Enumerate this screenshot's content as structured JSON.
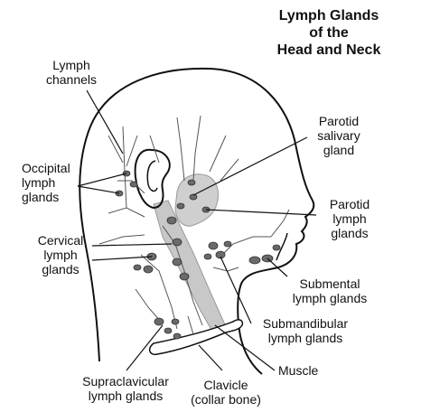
{
  "title": [
    "Lymph Glands",
    "of the",
    "Head and Neck"
  ],
  "labels": {
    "lymph_channels": [
      "Lymph",
      "channels"
    ],
    "occipital": [
      "Occipital",
      "lymph",
      "glands"
    ],
    "cervical": [
      "Cervical",
      "lymph",
      "glands"
    ],
    "parotid_salivary": [
      "Parotid",
      "salivary",
      "gland"
    ],
    "parotid_lymph": [
      "Parotid",
      "lymph",
      "glands"
    ],
    "submental": [
      "Submental",
      "lymph glands"
    ],
    "submandibular": [
      "Submandibular",
      "lymph glands"
    ],
    "muscle": [
      "Muscle"
    ],
    "supraclavicular": [
      "Supraclavicular",
      "lymph glands"
    ],
    "clavicle": [
      "Clavicle",
      "(collar bone)"
    ]
  }
}
